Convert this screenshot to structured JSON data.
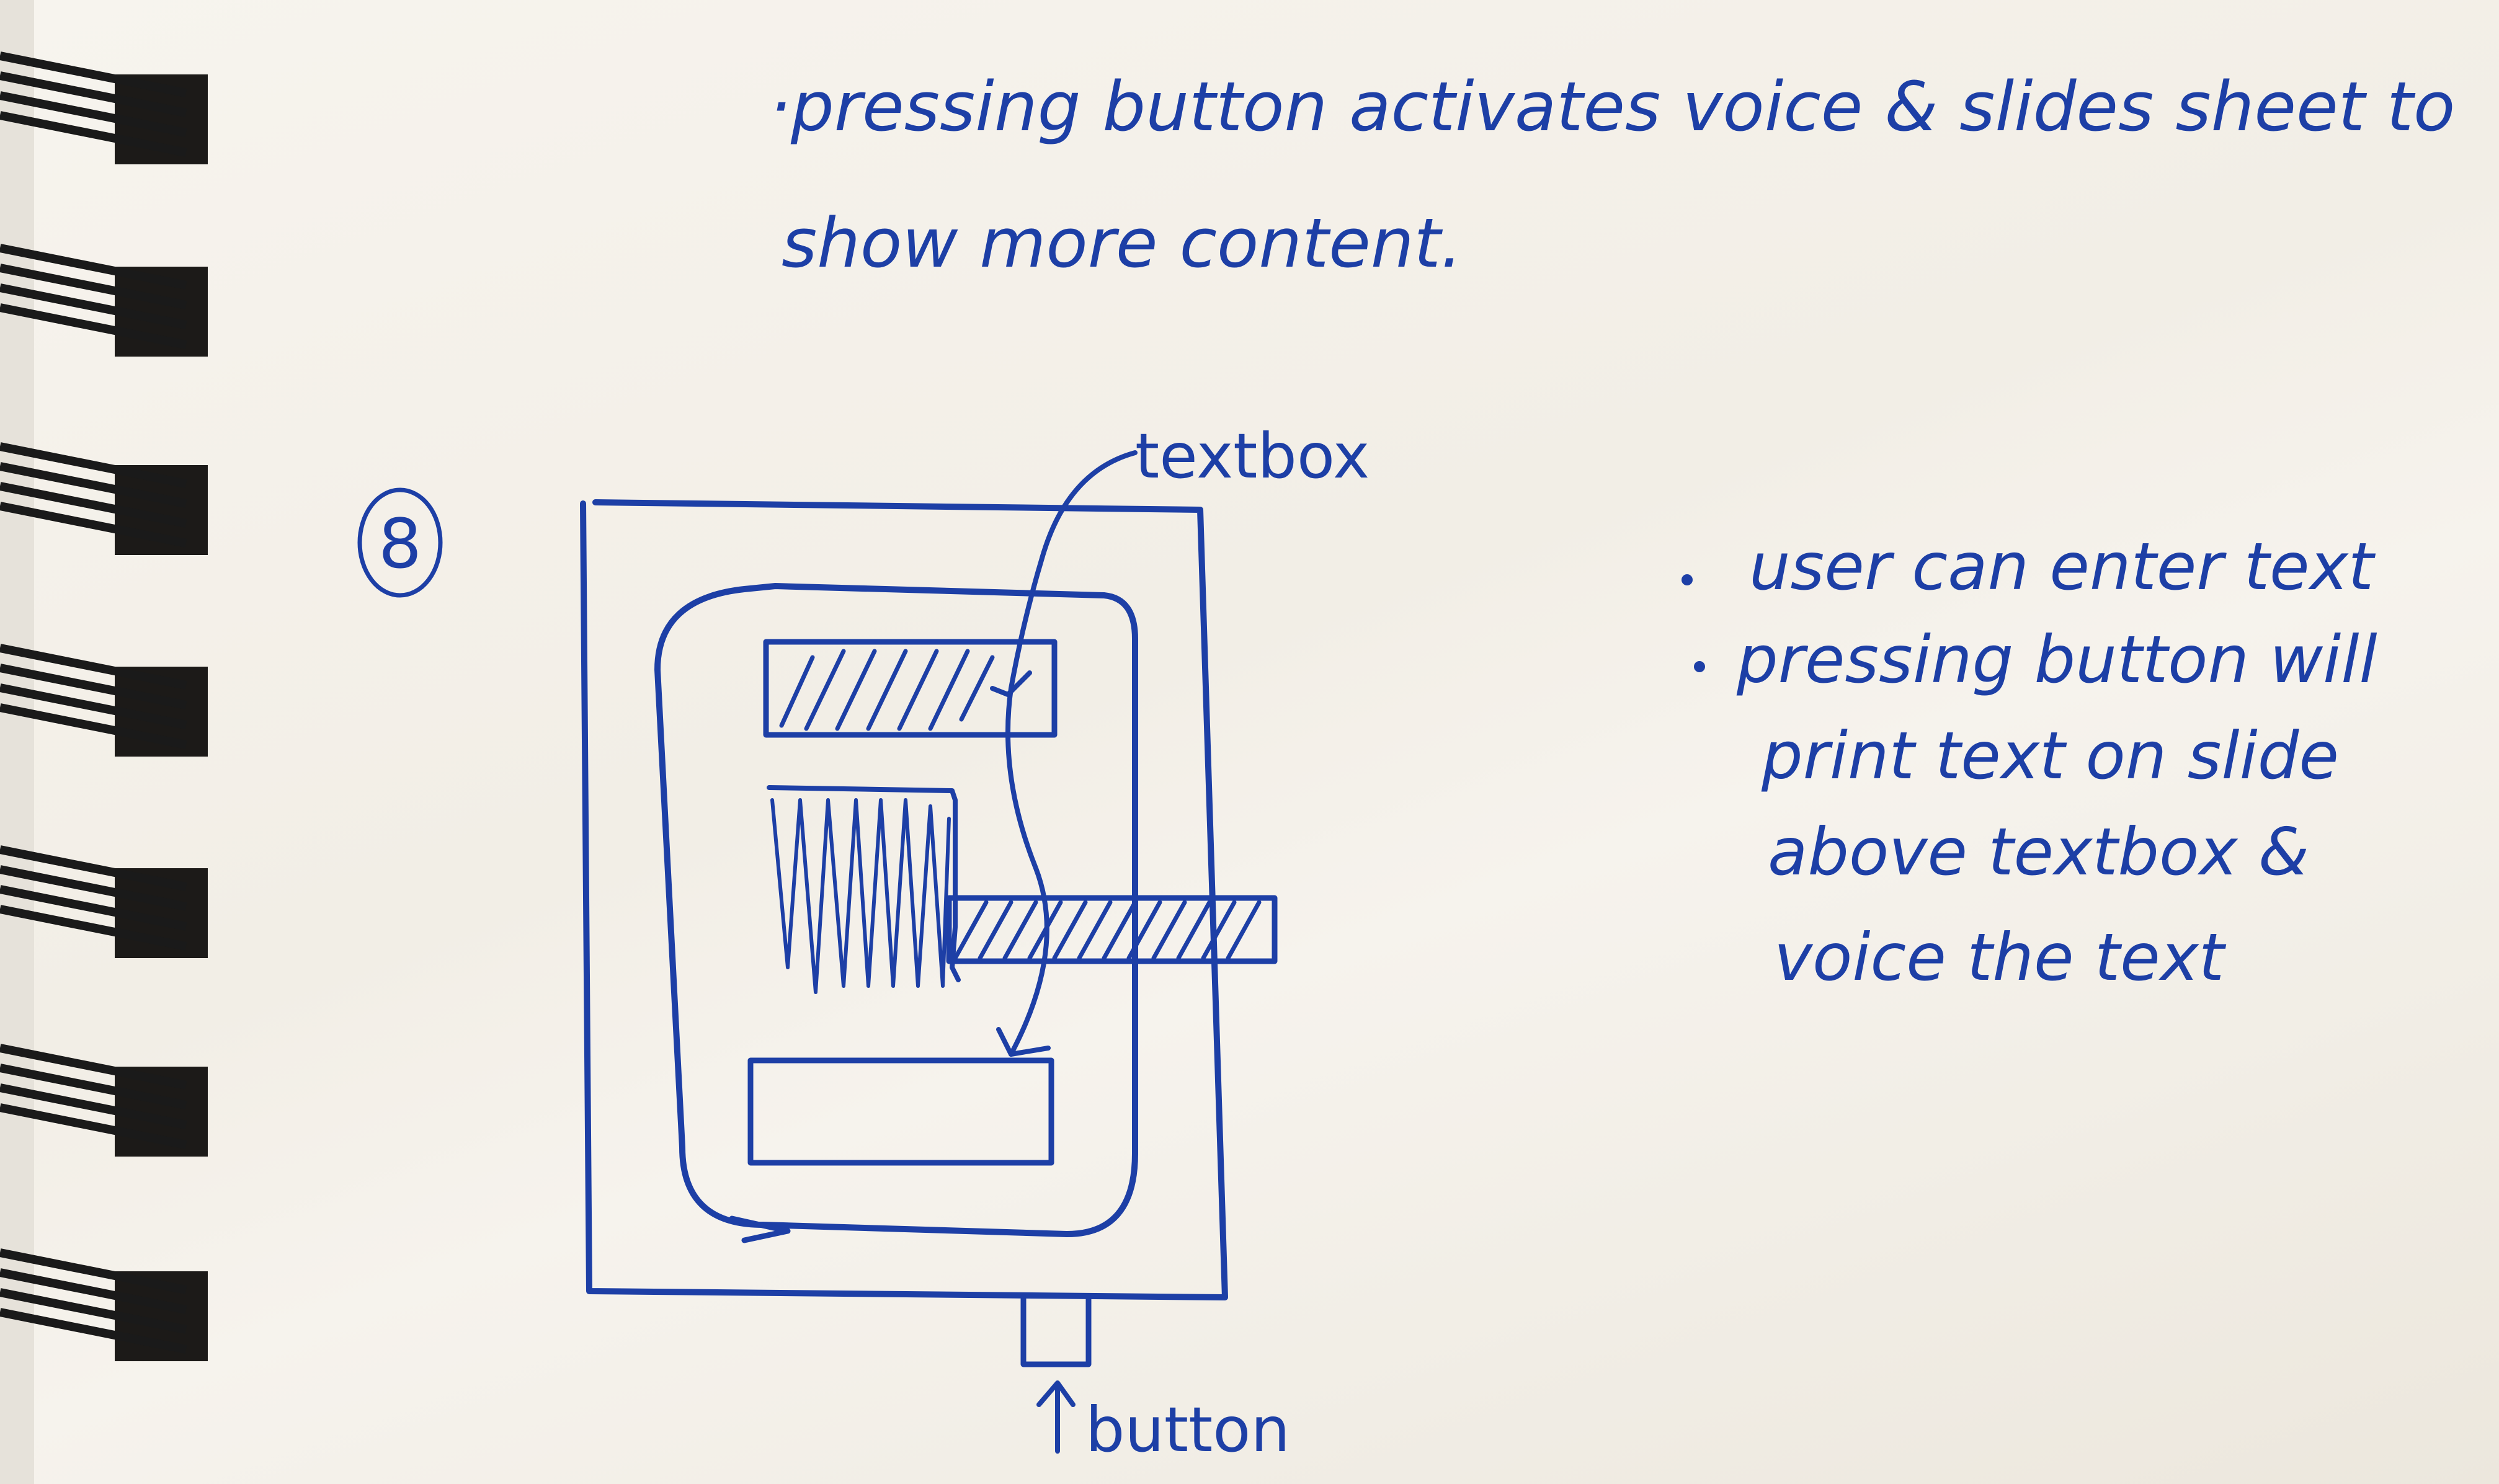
{
  "notes": {
    "top_line_1": "·pressing button activates voice & slides sheet to",
    "top_line_2": "show more content.",
    "step_number": "8",
    "textbox_label": "textbox",
    "button_label": "button",
    "bullets": [
      "user can enter text",
      "pressing button will",
      "print text on slide",
      "above textbox &",
      "voice the text"
    ]
  },
  "colors": {
    "ink": "#1d3fa6",
    "paper": "#f3efe7",
    "spiral": "#1a1a1a"
  }
}
